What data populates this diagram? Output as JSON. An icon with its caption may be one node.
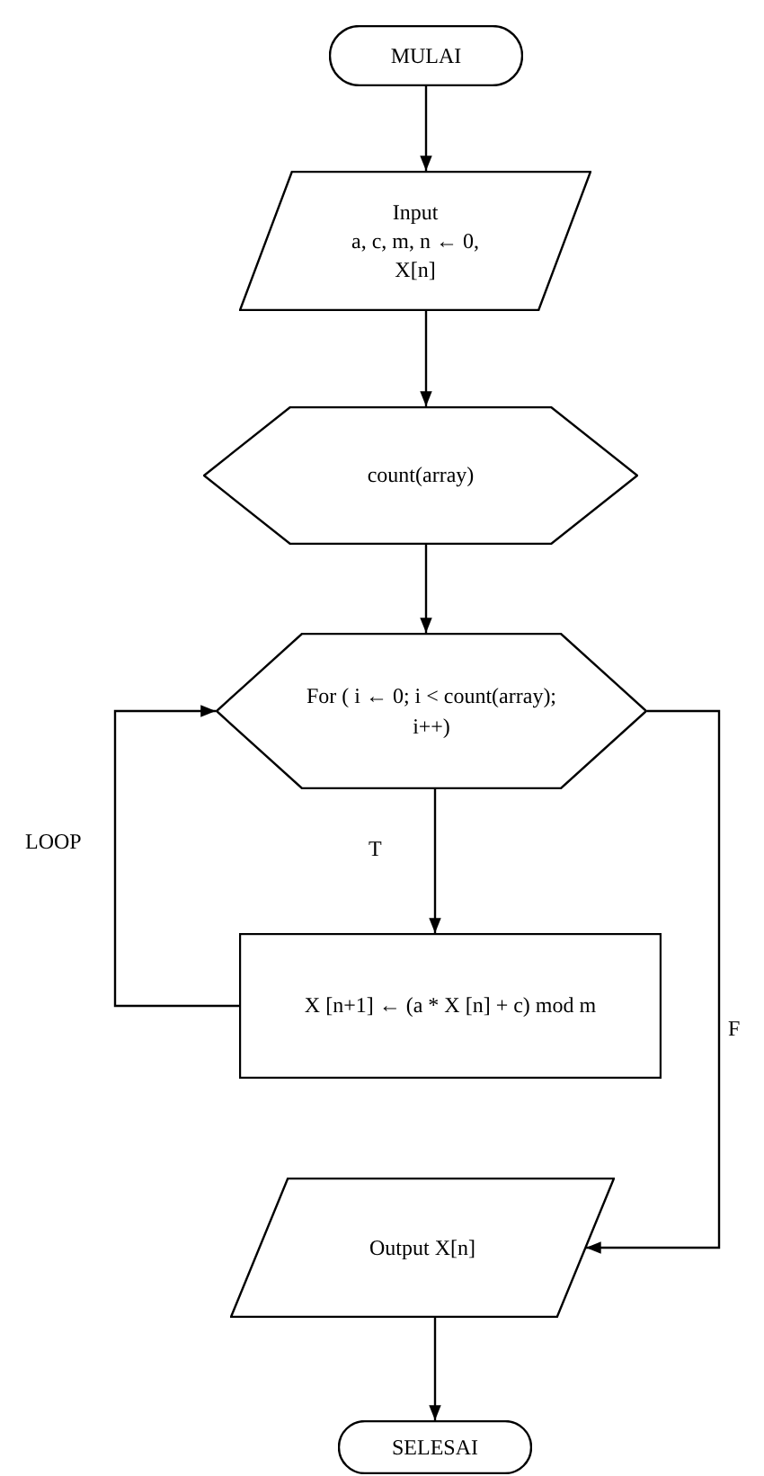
{
  "diagram": {
    "nodes": [
      {
        "text": [
          "MULAI"
        ]
      },
      {
        "text": [
          "Input",
          "a, c, m, n ← 0, X[n]"
        ]
      },
      {
        "text": [
          "count(array)"
        ]
      },
      {
        "text": [
          "For ( i ← 0; i < count(array); i++)"
        ]
      },
      {
        "text": [
          "X [n+1] ← (a * X [n] + c) mod m"
        ]
      },
      {
        "text": [
          "Output X[n]"
        ]
      },
      {
        "text": [
          "SELESAI"
        ]
      }
    ],
    "edges": [
      {
        "from": 0,
        "to": 1,
        "arrow": "to"
      },
      {
        "from": 1,
        "to": 2,
        "arrow": "to"
      },
      {
        "from": 2,
        "to": 3,
        "arrow": "to"
      },
      {
        "from": 3,
        "to": 4,
        "arrow": "to",
        "label": "T"
      },
      {
        "from": 4,
        "to": 3,
        "arrow": "to",
        "label": "LOOP"
      },
      {
        "from": 3,
        "to": 5,
        "arrow": "to",
        "label": "F"
      },
      {
        "from": 5,
        "to": 6,
        "arrow": "to"
      }
    ]
  }
}
